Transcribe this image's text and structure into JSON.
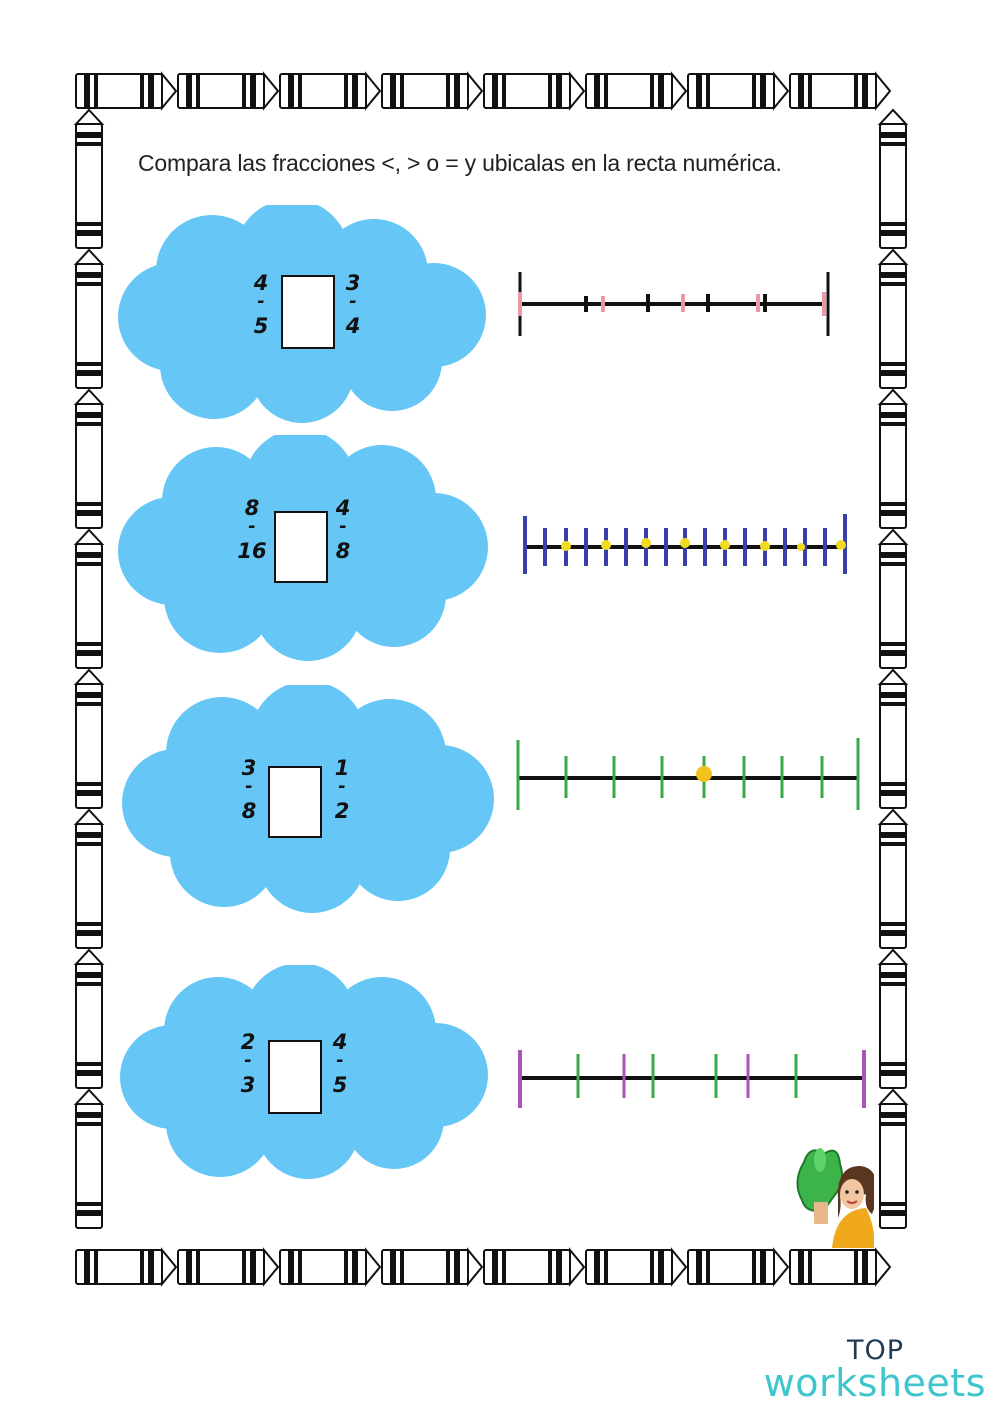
{
  "instruction": "Compara las fracciones <, > o = y ubicalas en la recta numérica.",
  "problems": [
    {
      "left": {
        "numerator": "4",
        "bar": "-",
        "denominator": "5"
      },
      "right": {
        "numerator": "3",
        "bar": "-",
        "denominator": "4"
      },
      "answer": "",
      "number_line": {
        "color": "#111111",
        "tick_color": "#111111",
        "marker_color": "#e79aa8"
      }
    },
    {
      "left": {
        "numerator": "8",
        "bar": "-",
        "denominator": "16"
      },
      "right": {
        "numerator": "4",
        "bar": "-",
        "denominator": "8"
      },
      "answer": "",
      "number_line": {
        "color": "#111111",
        "tick_color": "#3a40a8",
        "marker_color": "#f0dc1e"
      }
    },
    {
      "left": {
        "numerator": "3",
        "bar": "-",
        "denominator": "8"
      },
      "right": {
        "numerator": "1",
        "bar": "-",
        "denominator": "2"
      },
      "answer": "",
      "number_line": {
        "color": "#111111",
        "tick_color": "#3aaa48",
        "marker_color": "#f2c21c"
      }
    },
    {
      "left": {
        "numerator": "2",
        "bar": "-",
        "denominator": "3"
      },
      "right": {
        "numerator": "4",
        "bar": "-",
        "denominator": "5"
      },
      "answer": "",
      "number_line": {
        "color": "#111111",
        "tick_color": "#3aaa48",
        "marker_color": "#a855b5"
      }
    }
  ],
  "colors": {
    "cloud": "#66c6f6",
    "border": "#111111",
    "brand_dark": "#1f3b55",
    "brand_light": "#3fc6cd"
  },
  "decoration": {
    "icon": "girl-thumbs-up-icon"
  },
  "brand": {
    "top": "TOP",
    "bottom": "worksheets"
  }
}
